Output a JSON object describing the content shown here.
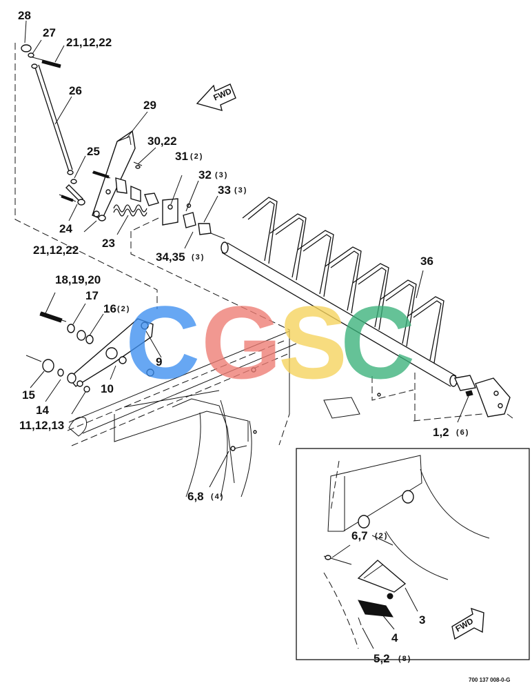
{
  "callouts": {
    "c28": "28",
    "c27": "27",
    "c21_12_22_top": "21,12,22",
    "c26": "26",
    "c29": "29",
    "c30_22": "30,22",
    "c25": "25",
    "c31": "31",
    "c32": "32",
    "c33": "33",
    "c24": "24",
    "c21_12_22_mid": "21,12,22",
    "c23": "23",
    "c34_35": "34,35",
    "c36": "36",
    "c18_19_20": "18,19,20",
    "c17": "17",
    "c16": "16",
    "c9": "9",
    "c15": "15",
    "c10": "10",
    "c14": "14",
    "c11_12_13": "11,12,13",
    "c1_2": "1,2",
    "c6_8": "6,8",
    "c6_7": "6,7",
    "c3": "3",
    "c4": "4",
    "c5_2": "5,2"
  },
  "quantities": {
    "q31": "(2)",
    "q32": "(3)",
    "q33": "(3)",
    "q34_35": "(3)",
    "q16": "(2)",
    "q1_2": "(6)",
    "q6_8": "(4)",
    "q6_7": "(2)",
    "q5_2": "(8)"
  },
  "direction_arrows": {
    "top": "FWD",
    "inset": "FWD"
  },
  "watermark": {
    "letters": [
      "C",
      "G",
      "S",
      "C"
    ],
    "colors": [
      "#3d8ff0",
      "#ee7c73",
      "#f6d35c",
      "#3ab27a"
    ]
  },
  "document_id": "700 137 008-0-G"
}
